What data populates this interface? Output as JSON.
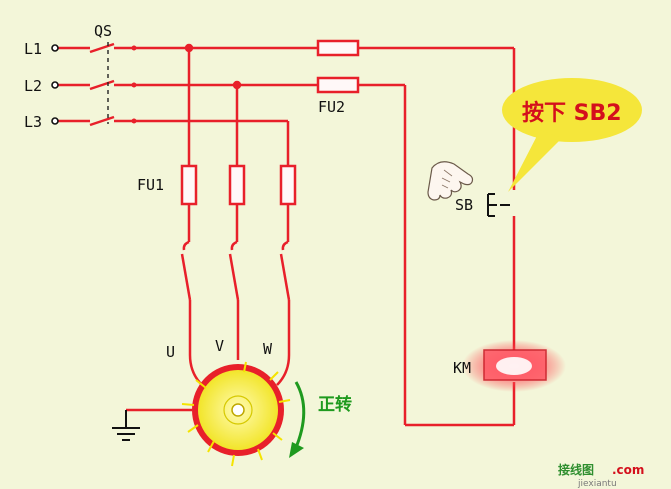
{
  "diagram": {
    "lines": [
      "L1",
      "L2",
      "L3"
    ],
    "qs_label": "QS",
    "fu1_label": "FU1",
    "fu2_label": "FU2",
    "sb_label": "SB",
    "km_label": "KM",
    "motor_terminals": [
      "U",
      "V",
      "W"
    ],
    "callout_text": "按下 SB2",
    "rotation_label": "正转",
    "watermark_cn": "接线图",
    "watermark_com": ".com",
    "watermark_url": "jiexiantu"
  },
  "colors": {
    "wire_active": "#e8202a",
    "wire_idle": "#e8202a",
    "motor_fill": "#f7f03a",
    "callout_fill": "#f5e63a",
    "rotation_text": "#1f9a1f",
    "km_glow": "#ff4a55",
    "background": "#f3f6d9"
  },
  "icons": {
    "hand": "pointing-hand-icon",
    "ground": "ground-icon",
    "arrow": "rotation-arrow-icon"
  }
}
